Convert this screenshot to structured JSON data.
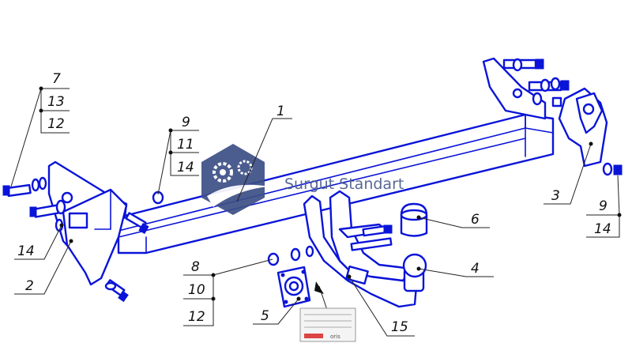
{
  "diagram": {
    "callouts": {
      "c1": "1",
      "c2": "2",
      "c3": "3",
      "c4": "4",
      "c5": "5",
      "c6": "6",
      "c7": "7",
      "c8": "8",
      "c9a": "9",
      "c9b": "9",
      "c10": "10",
      "c11": "11",
      "c12a": "12",
      "c12b": "12",
      "c13": "13",
      "c14a": "14",
      "c14b": "14",
      "c14c": "14",
      "c15": "15"
    },
    "watermark": "Surgut Standart",
    "plate_brand": "oris"
  },
  "colors": {
    "part_stroke": "#0a14d8",
    "watermark_logo": "#3c4f86",
    "leader": "#222222"
  }
}
